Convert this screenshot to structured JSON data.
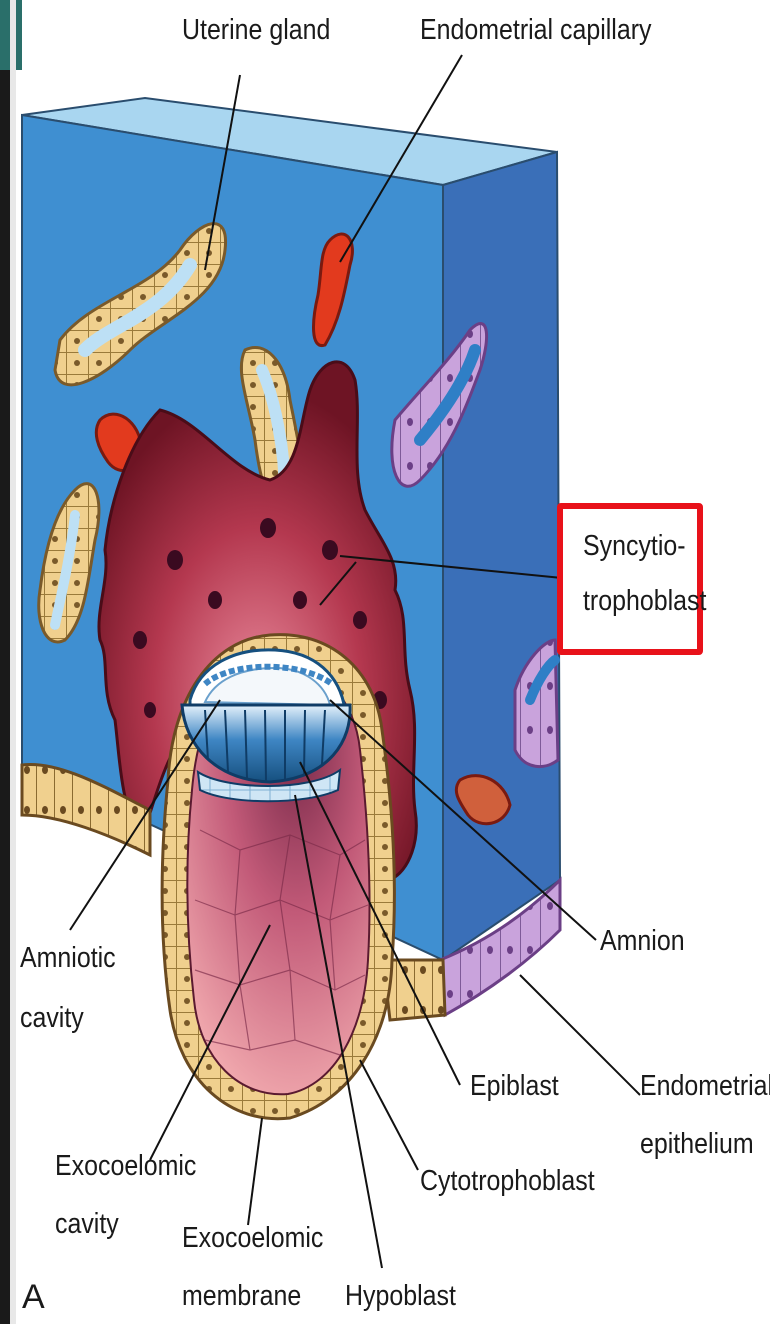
{
  "figure": {
    "panel_letter": "A",
    "labels": {
      "uterine_gland": "Uterine gland",
      "endometrial_capillary": "Endometrial capillary",
      "syncytio_line1": "Syncytio-",
      "syncytio_line2": "trophoblast",
      "amnion": "Amnion",
      "amniotic_line1": "Amniotic",
      "amniotic_line2": "cavity",
      "epiblast": "Epiblast",
      "endometrial_epi_line1": "Endometrial",
      "endometrial_epi_line2": "epithelium",
      "exocoelomic_cavity_line1": "Exocoelomic",
      "exocoelomic_cavity_line2": "cavity",
      "cytotrophoblast": "Cytotrophoblast",
      "exocoelomic_membrane_line1": "Exocoelomic",
      "exocoelomic_membrane_line2": "membrane",
      "hypoblast": "Hypoblast"
    },
    "highlighted_label": "syncytiotrophoblast",
    "colors": {
      "endometrium_front": "#3f8fd1",
      "endometrium_side": "#3a6fb8",
      "endometrium_top": "#a9d6f0",
      "syncytiotrophoblast": "#8a1f2f",
      "cytotrophoblast": "#e8c27a",
      "exocoelomic_cavity": "#c25a78",
      "epiblast": "#1f6fa8",
      "capillary": "#e23a1e",
      "highlight": "#e8121a"
    }
  }
}
